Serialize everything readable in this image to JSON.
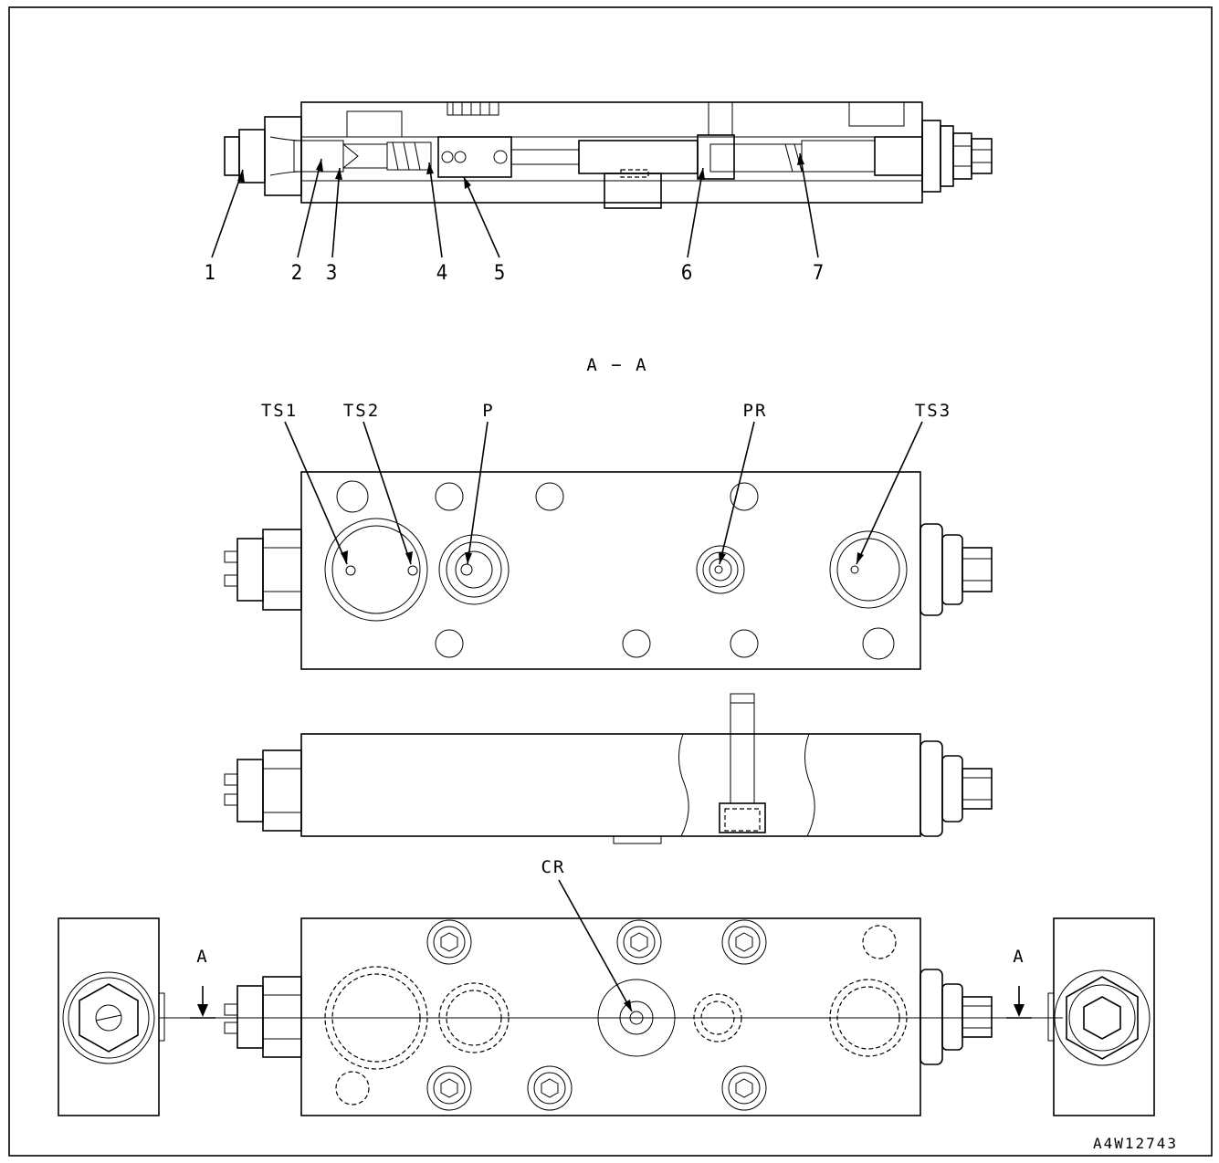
{
  "drawing_code": "A4W12743",
  "section_title": "A − A",
  "section_mark_left": "A",
  "section_mark_right": "A",
  "part_callouts": [
    "1",
    "2",
    "3",
    "4",
    "5",
    "6",
    "7"
  ],
  "port_labels": {
    "ts1": "TS1",
    "ts2": "TS2",
    "p": "P",
    "pr": "PR",
    "ts3": "TS3",
    "cr": "CR"
  }
}
